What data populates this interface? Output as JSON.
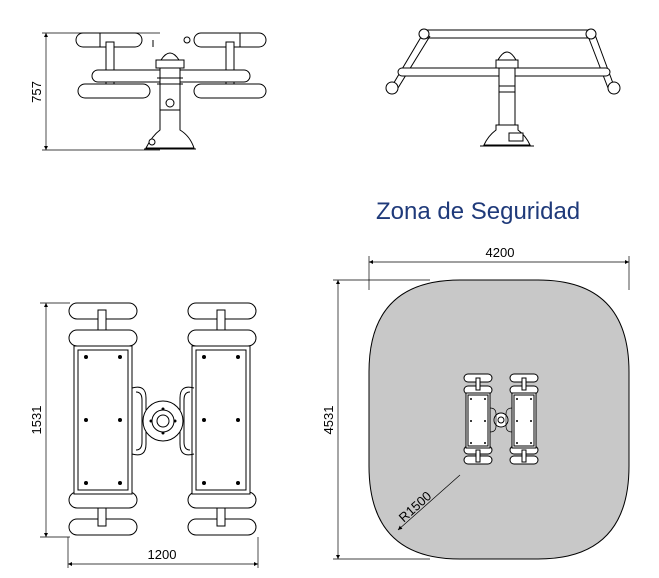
{
  "title": "Zona de Seguridad",
  "dimensions": {
    "front_height": "757",
    "plan_length": "1531",
    "plan_width": "1200",
    "zone_width": "4200",
    "zone_length": "4531",
    "zone_radius": "R1500"
  },
  "colors": {
    "title": "#1f3a7a",
    "safety_zone_fill": "#c8c8c8",
    "outline": "#000000"
  }
}
